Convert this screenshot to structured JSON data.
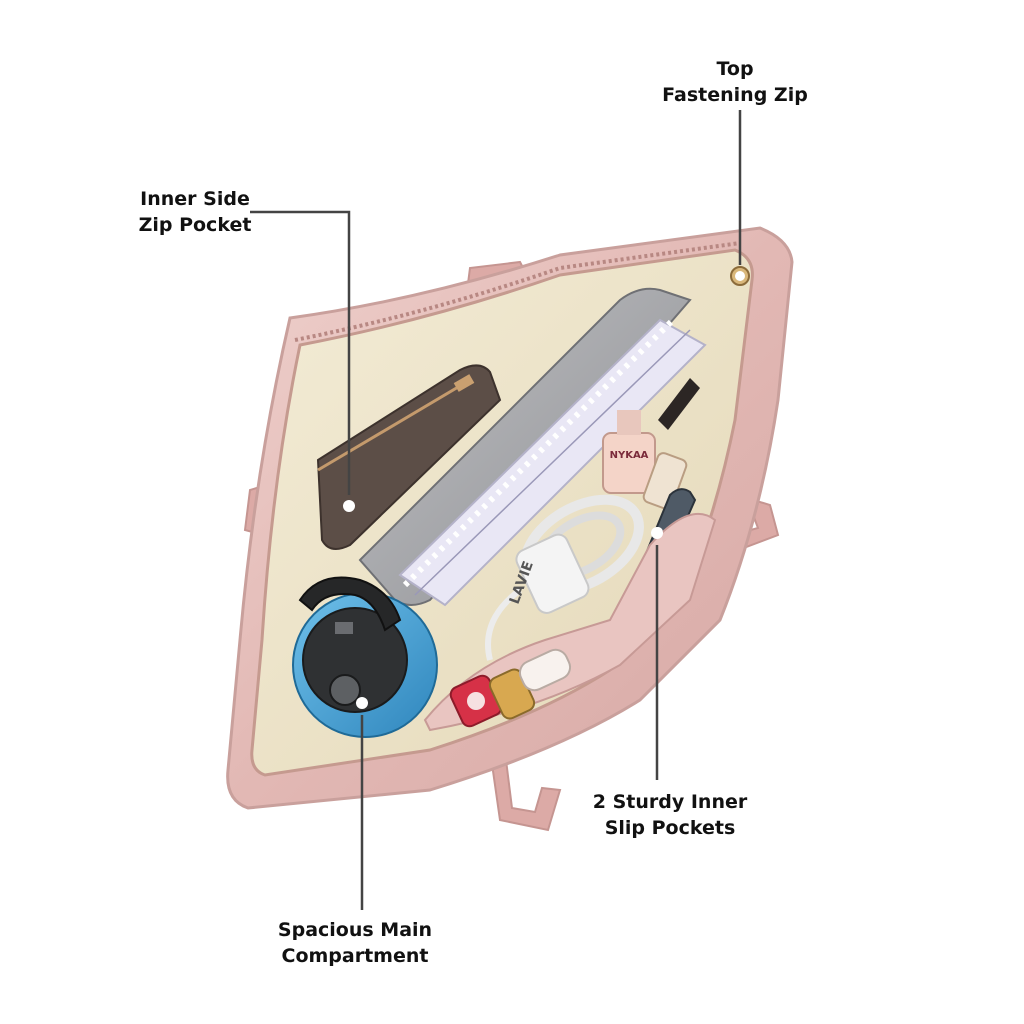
{
  "callouts": {
    "top_zip": {
      "line1": "Top",
      "line2": "Fastening Zip"
    },
    "inner_side_pocket": {
      "line1": "Inner Side",
      "line2": "Zip Pocket"
    },
    "slip_pockets": {
      "line1": "2 Sturdy Inner",
      "line2": "Slip Pockets"
    },
    "main_compartment": {
      "line1": "Spacious Main",
      "line2": "Compartment"
    }
  },
  "product_text": {
    "nail_polish_brand": "NYKAA",
    "lining_print": "LAVIE"
  },
  "colors": {
    "bag_pink": "#e6bfbc",
    "lining_beige": "#ece3c8",
    "bottle_blue": "#4fa6d8",
    "callout_line": "#444444"
  }
}
